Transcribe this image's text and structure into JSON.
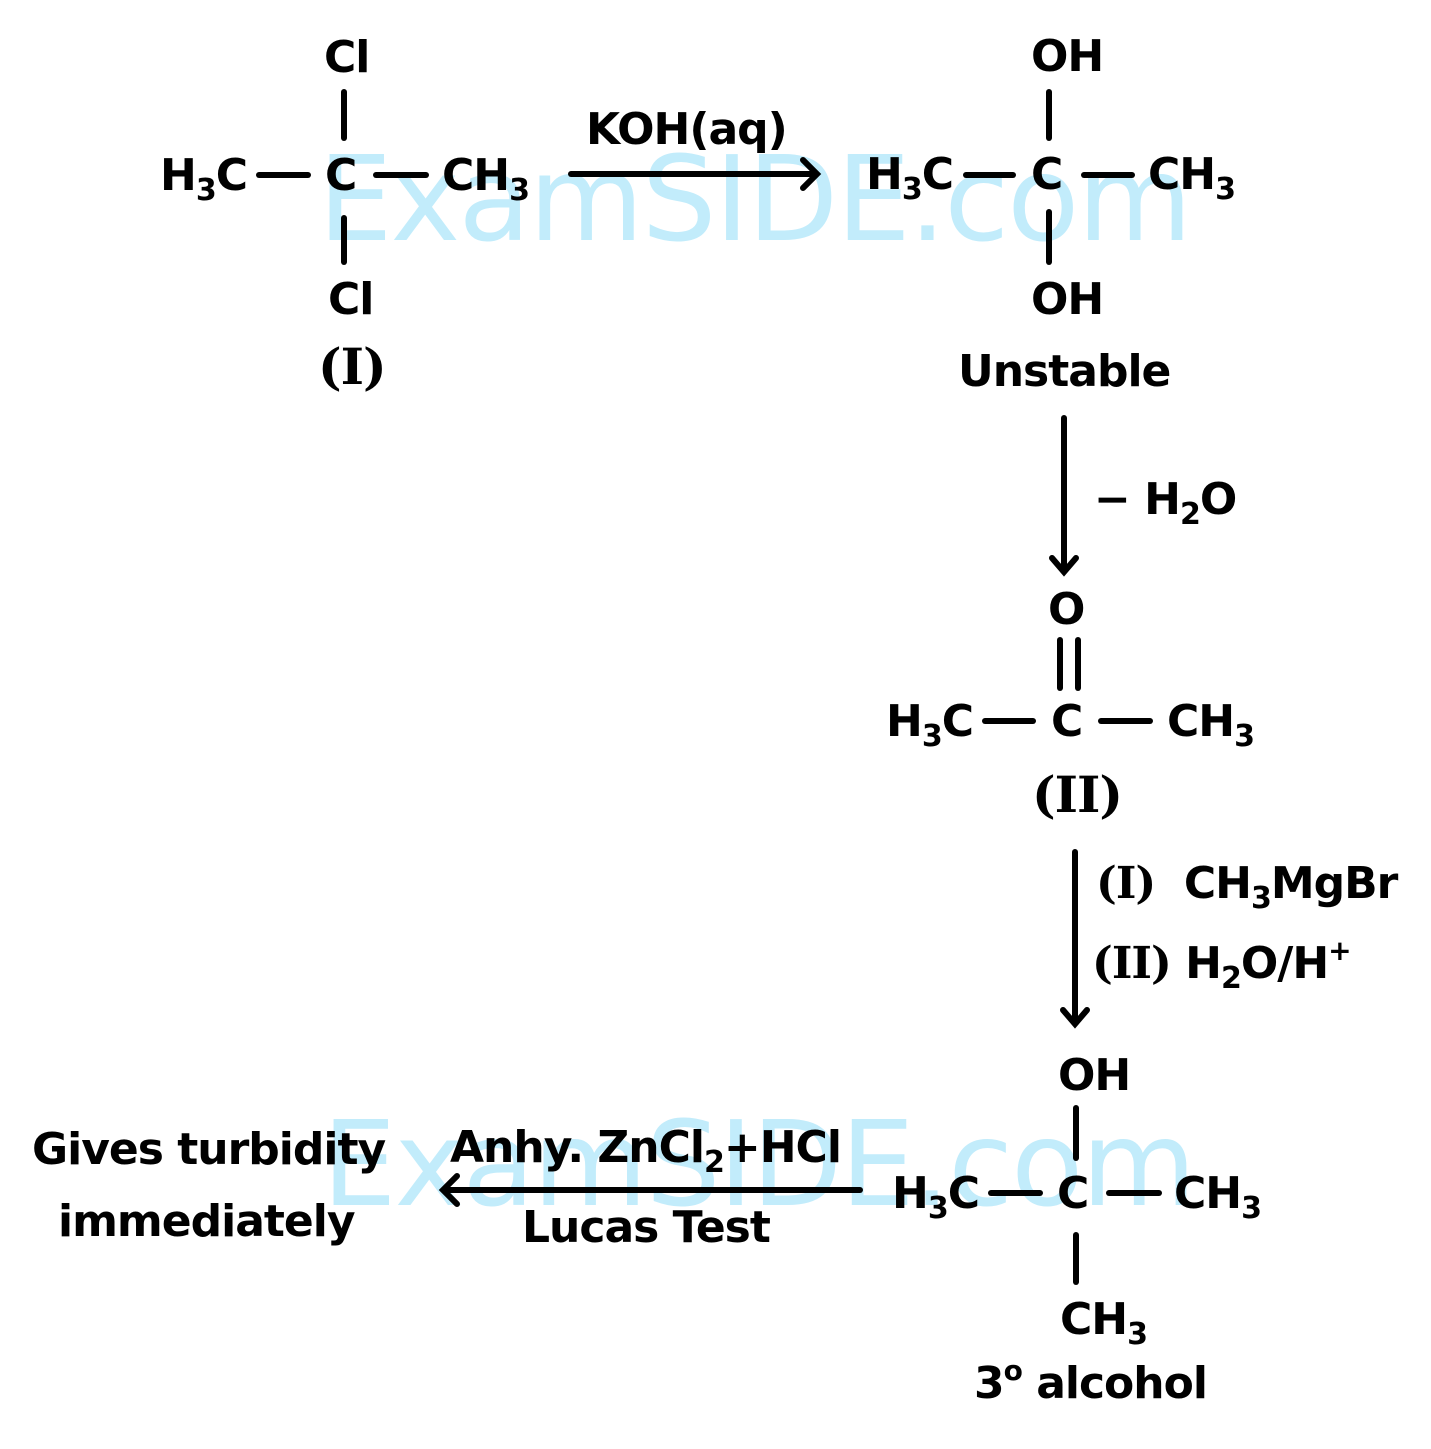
{
  "watermark": {
    "text": "ExamSIDE.com",
    "color": "#c2ecfb"
  },
  "compound_I": {
    "top_substituent": "Cl",
    "bottom_substituent": "Cl",
    "left_group": {
      "main": "H",
      "sub": "3",
      "tail": "C"
    },
    "center": "C",
    "right_group": {
      "main": "CH",
      "sub": "3"
    },
    "label": "(I)"
  },
  "step1": {
    "reagent": "KOH(aq)",
    "direction": "right"
  },
  "intermediate": {
    "top_substituent": "OH",
    "bottom_substituent": "OH",
    "left_group": {
      "main": "H",
      "sub": "3",
      "tail": "C"
    },
    "center": "C",
    "right_group": {
      "main": "CH",
      "sub": "3"
    },
    "label": "Unstable"
  },
  "step2": {
    "reagent": {
      "prefix": "− H",
      "sub": "2",
      "tail": "O"
    },
    "direction": "down"
  },
  "compound_II": {
    "top_substituent": "O",
    "bond_top": "double",
    "left_group": {
      "main": "H",
      "sub": "3",
      "tail": "C"
    },
    "center": "C",
    "right_group": {
      "main": "CH",
      "sub": "3"
    },
    "label": "(II)"
  },
  "step3": {
    "reagent_1": {
      "index": "(I)",
      "main": "CH",
      "sub": "3",
      "tail": "MgBr"
    },
    "reagent_2": {
      "index": "(II)",
      "main": "H",
      "sub": "2",
      "tail": "O/H",
      "sup": "+"
    },
    "direction": "down"
  },
  "product": {
    "top_substituent": "OH",
    "bottom_substituent": {
      "main": "CH",
      "sub": "3"
    },
    "left_group": {
      "main": "H",
      "sub": "3",
      "tail": "C"
    },
    "center": "C",
    "right_group": {
      "main": "CH",
      "sub": "3"
    },
    "label": {
      "main": "3",
      "sup": "o",
      "tail": " alcohol"
    }
  },
  "step4": {
    "reagent_above": {
      "main": "Anhy. ZnCl",
      "sub": "2",
      "tail": "+HCl"
    },
    "reagent_below": "Lucas Test",
    "direction": "left"
  },
  "result": {
    "line_1": "Gives turbidity",
    "line_2": "immediately"
  }
}
